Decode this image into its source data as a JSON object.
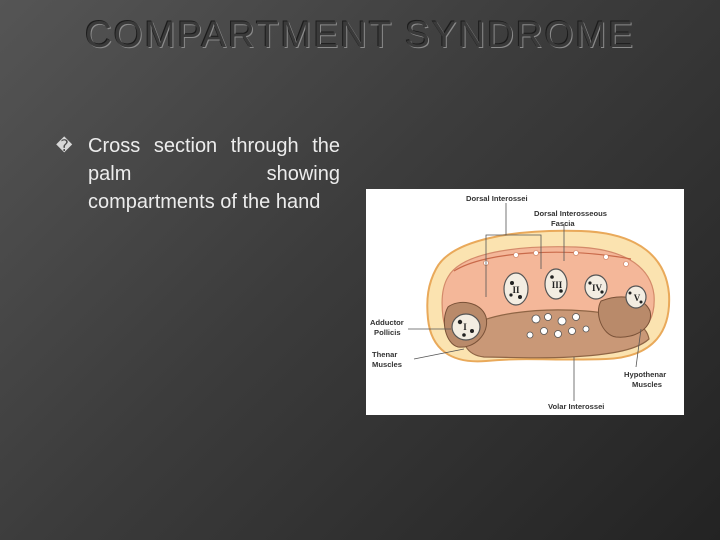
{
  "slide": {
    "title": "COMPARTMENT SYNDROME",
    "bullet_glyph": "�",
    "bullet_text": "Cross section through the palm showing compartments of the hand"
  },
  "figure": {
    "labels": {
      "dorsal_interossei": "Dorsal Interossei",
      "dorsal_fascia_1": "Dorsal Interosseous",
      "dorsal_fascia_2": "Fascia",
      "adductor_1": "Adductor",
      "adductor_2": "Pollicis",
      "thenar_1": "Thenar",
      "thenar_2": "Muscles",
      "hypothenar_1": "Hypothenar",
      "hypothenar_2": "Muscles",
      "volar": "Volar Interossei"
    },
    "metacarpals": [
      "I",
      "II",
      "III",
      "IV",
      "V"
    ]
  }
}
